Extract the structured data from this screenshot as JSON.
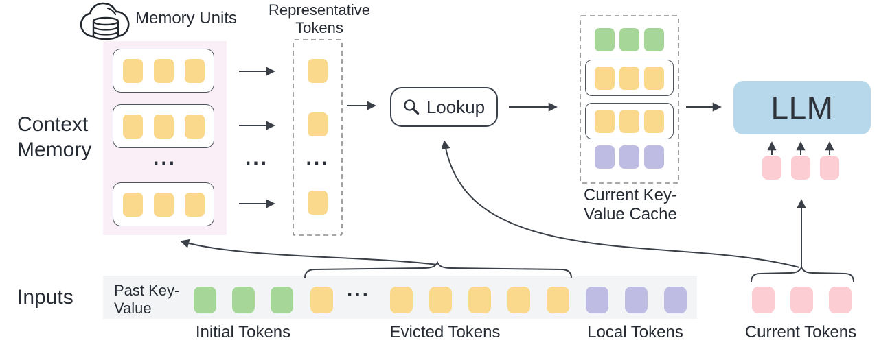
{
  "colors": {
    "yellow": "#fbd98c",
    "green": "#a6d798",
    "purple": "#bfbce3",
    "pink": "#fccdd3",
    "blue_llm": "#b6d8ea",
    "memory_bg": "#faeff7",
    "strip_bg": "#f2f4f5",
    "line": "#3a3f48",
    "text": "#262b33"
  },
  "context_memory": {
    "label": "Context Memory",
    "memory_units_label": "Memory Units",
    "ellipsis": "...",
    "rows": [
      {
        "count": 3,
        "color": "yellow"
      },
      {
        "count": 3,
        "color": "yellow"
      },
      {
        "count": 3,
        "color": "yellow"
      }
    ]
  },
  "representative": {
    "label": "Representative Tokens",
    "ellipsis": "...",
    "slots": [
      {
        "count": 1,
        "color": "yellow"
      },
      {
        "count": 1,
        "color": "yellow"
      },
      {
        "count": 1,
        "color": "yellow"
      }
    ]
  },
  "flow": {
    "ellipsis": "..."
  },
  "lookup": {
    "label": "Lookup"
  },
  "kv_cache": {
    "label": "Current Key-Value Cache",
    "rows": [
      {
        "count": 3,
        "color": "green",
        "boxed": false
      },
      {
        "count": 3,
        "color": "yellow",
        "boxed": true
      },
      {
        "count": 3,
        "color": "yellow",
        "boxed": true
      },
      {
        "count": 3,
        "color": "purple",
        "boxed": false
      }
    ]
  },
  "llm": {
    "label": "LLM",
    "current_tokens": {
      "count": 3,
      "color": "pink"
    }
  },
  "inputs": {
    "label": "Inputs",
    "past_kv_label": "Past Key-Value",
    "groups": {
      "initial": {
        "label": "Initial Tokens",
        "head": {
          "count": 3,
          "color": "green"
        }
      },
      "evicted": {
        "label": "Evicted Tokens",
        "ellipsis": "...",
        "head": {
          "count": 1,
          "color": "yellow"
        },
        "tail": {
          "count": 5,
          "color": "yellow"
        }
      },
      "local": {
        "label": "Local Tokens",
        "head": {
          "count": 3,
          "color": "purple"
        }
      },
      "current": {
        "label": "Current Tokens",
        "head": {
          "count": 3,
          "color": "pink"
        }
      }
    }
  }
}
